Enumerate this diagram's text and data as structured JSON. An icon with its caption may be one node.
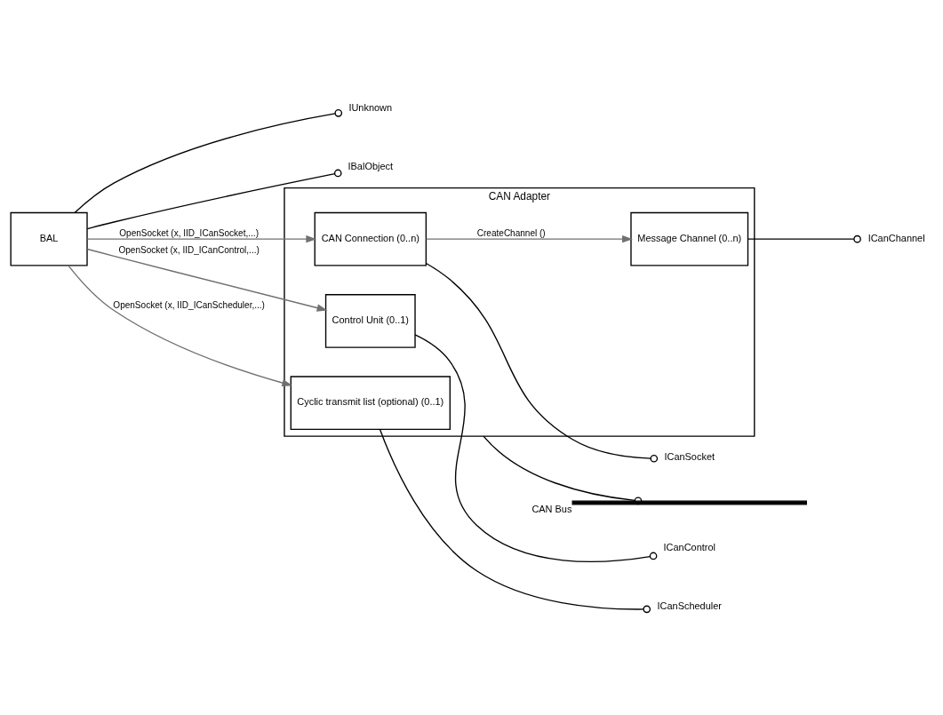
{
  "diagram": {
    "nodes": [
      {
        "text": [
          "BAL"
        ]
      },
      {
        "text": [
          "IUnknown"
        ]
      },
      {
        "text": [
          "IBalObject"
        ]
      },
      {
        "text": [
          "CAN Adapter"
        ]
      },
      {
        "text": [
          "CAN Connection (0..n)"
        ],
        "in": 3
      },
      {
        "text": [
          "Message Channel (0..n)"
        ],
        "in": 3
      },
      {
        "text": [
          "Control Unit (0..1)"
        ],
        "in": 3
      },
      {
        "text": [
          "Cyclic transmit list (optional) (0..1)"
        ],
        "in": 3
      },
      {
        "text": [
          "ICanSocket"
        ]
      },
      {
        "text": [
          "ICanChannel"
        ]
      },
      {
        "text": [
          "ICanControl"
        ]
      },
      {
        "text": [
          "ICanScheduler"
        ]
      },
      {
        "text": [],
        "shape": "bar",
        "beside": [
          "CAN Bus"
        ]
      }
    ],
    "edges": [
      {
        "from": 0,
        "to": 1,
        "arrow": "other"
      },
      {
        "from": 0,
        "to": 2,
        "arrow": "other"
      },
      {
        "from": 0,
        "to": 4,
        "arrow": "to",
        "label": "OpenSocket (x, IID_ICanSocket,...)",
        "color": "#707070"
      },
      {
        "from": 4,
        "to": 5,
        "arrow": "to",
        "label": "CreateChannel ()",
        "color": "#707070"
      },
      {
        "from": 0,
        "to": 6,
        "arrow": "to",
        "label": "OpenSocket (x, IID_ICanControl,...)",
        "color": "#707070"
      },
      {
        "from": 0,
        "to": 7,
        "arrow": "to",
        "label": "OpenSocket (x, IID_ICanScheduler,...)",
        "color": "#707070"
      },
      {
        "from": 4,
        "to": 8,
        "arrow": "other"
      },
      {
        "from": 5,
        "to": 9,
        "arrow": "other"
      },
      {
        "from": 6,
        "to": 10,
        "arrow": "other"
      },
      {
        "from": 7,
        "to": 11,
        "arrow": "other"
      },
      {
        "from": 3,
        "to": 12,
        "arrow": "other"
      }
    ]
  }
}
